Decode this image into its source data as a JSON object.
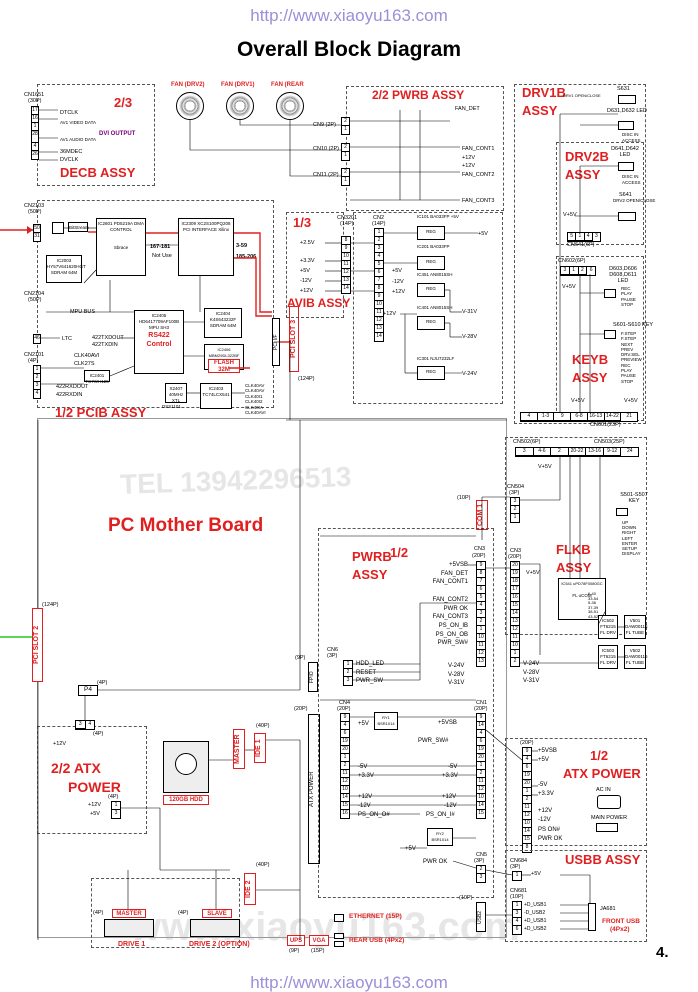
{
  "header": {
    "url_top": "http://www.xiaoyu163.com",
    "title": "Overall Block Diagram"
  },
  "footer": {
    "url_bottom": "http://www.xiaoyu163.com",
    "page_number": "4."
  },
  "decb": {
    "connector": "CN1651",
    "conn_pins": "(30P)",
    "fraction": "2/3",
    "name": "DECB ASSY",
    "dvi_output": "DVI OUTPUT",
    "pins": [
      "17",
      "16",
      "1",
      "28",
      "4",
      "26"
    ],
    "signals": [
      "DTCLK",
      "AV1 VIDEO DATA",
      "AV1 AUDIO DATA",
      "36MDEC",
      "DVCLK"
    ]
  },
  "fans": {
    "labels": [
      "FAN (DRV2)",
      "FAN (DRV1)",
      "FAN (REAR"
    ]
  },
  "pwrb22": {
    "name": "2/2 PWRB ASSY",
    "fan_det": "FAN_DET",
    "connectors": [
      "CN9 (2P)",
      "CN10 (2P)",
      "CN11 (2P)"
    ],
    "signals": [
      "FAN_CONT1",
      "+12V",
      "+12V",
      "FAN_CONT2",
      "FAN_CONT3"
    ]
  },
  "drv1b": {
    "name": "DRV1B ASSY",
    "s631": "S631",
    "drv1_open": "DRV1 OPEN/CLOSE",
    "led": "D631,D632 LED",
    "disc_in": "DISC IN",
    "access": "ACCESS"
  },
  "drv2b": {
    "name": "DRV2B ASSY",
    "led": "D641,D642 LED",
    "disc_in": "DISC IN",
    "access": "ACCESS",
    "s641": "S641",
    "drv2_open": "DRV2 OPEN/CLOSE",
    "v5": "V+5V",
    "cn": "CN641(6P)"
  },
  "keyb": {
    "name": "KEYB ASSY",
    "cn602": "CN602(6P)",
    "v5": "V+5V",
    "leds": "D603,D606 D608,D611 LED",
    "led_items": [
      "REC",
      "PLAY",
      "PAUSE",
      "STOP"
    ],
    "key_range": "S601-S610 KEY",
    "key_items": [
      "F.STEP",
      "F.STEP",
      "NEXT",
      "PREV",
      "DRV.SEL",
      "PREVIEW",
      "REC",
      "PLAY",
      "PAUSE",
      "STOP"
    ],
    "cn601": "CN601(23P)",
    "pinrow": [
      "4",
      "1-3",
      "9",
      "6-8",
      "16-13",
      "14-22",
      "21"
    ]
  },
  "pcib": {
    "cn2103": "CN2103",
    "cn2103p": "(50P)",
    "cn2104": "CN2104",
    "cn2104p": "(50P)",
    "cn2101": "CN2101",
    "cn2101p": "(4P)",
    "ic_rx": "BitStream",
    "ic2002": "IC2003 HY57V641620HGT SDRAM 64M",
    "ic2601": "IC2601 PD5219A DMA CONTROL",
    "sb": "Sbrace",
    "ic2309": "IC2309 XC2S100PQ208 PCI INTERFACE Xilinx",
    "not_use": "Not Use",
    "bus1": "167-181",
    "bus2": "3-59",
    "bus3": "185-206",
    "mpu_bus": "MPU BUS",
    "ltc": "LTC",
    "tx": "422TXDOUT",
    "txin": "422TXDIN",
    "rx": "422RXDOUT",
    "rxin": "422RXDIN",
    "clk": "CLK40AVI",
    "clk27": "CLK27S",
    "ic2401": "IC2401 TC7WH125",
    "ic2405": "IC2405 HD6417709AF100B MPU SH3",
    "rs422": "RS422 Control",
    "ic2404": "IC2404 K4S643232F SDRAM 64M",
    "ic2406": "IC2406 MBM29DL322BF FLASH 32M",
    "flash": "FLASH",
    "flash32": "32M",
    "x2407": "X2407 40MHz XTL",
    "osc": "DSS1101",
    "ic2403": "IC2403 TC74LCX541",
    "clk_outs": [
      "CLK40AV",
      "CLK40AV",
      "CLK40I1",
      "CLK40I2",
      "CLK40IA",
      "CLK40AVI"
    ],
    "name": "1/2 PCIB ASSY",
    "pci_if": "PCI I/F",
    "pci_slot3": "PCI SLOT 3",
    "p124": "(124P)"
  },
  "avib": {
    "fraction": "1/3",
    "name": "AVIB ASSY",
    "cn3201": "CN3201",
    "cn3201p": "(14P)",
    "rails": [
      "+2.5V",
      "+3.3V",
      "+5V",
      "-12V",
      "+12V"
    ],
    "pins": [
      "8",
      "9",
      "10",
      "11",
      "12",
      "13",
      "14"
    ]
  },
  "cn2": {
    "label": "CN2",
    "pins": "(14P)",
    "list": [
      "1",
      "2",
      "3",
      "4",
      "5",
      "6",
      "7",
      "8",
      "9",
      "10",
      "11",
      "12",
      "13",
      "14"
    ],
    "rails": [
      "+5V",
      "-12V",
      "+12V"
    ],
    "regs": [
      "IC101 BA033FP +5V",
      "IC201 BA033FP",
      "IC451 AN8015SH",
      "IC401 AN8015SH",
      "IC301 NJU7232LF"
    ],
    "outs": [
      "+5V",
      "V-31V",
      "V-28V",
      "V-24V"
    ],
    "v12": "+12V",
    "reg": "REG"
  },
  "mother": {
    "name": "PC Mother Board",
    "pci_slot2": "PCI SLOT 2",
    "p124": "(124P)",
    "p4": "P4",
    "p4p": "(4P)",
    "p9": "(9P)",
    "p20": "(20P)",
    "fpio": "FPIO",
    "atx_power": "ATX POWER",
    "usb2": "USB2",
    "p10": "(10P)",
    "com1": "COM 1",
    "p10b": "(10P)"
  },
  "pwrb12": {
    "fraction": "1/2",
    "name": "PWRB ASSY",
    "cn3": "CN3",
    "cn3p": "(20P)",
    "signals": [
      "+5VSB",
      "FAN_DET",
      "FAN_CONT1",
      "",
      "FAN_CONT2",
      "PWR OK",
      "FAN_CONT3",
      "PS_ON_IB",
      "PS_ON_OB",
      "PWR_SW#"
    ],
    "cn6": "CN6",
    "cn6p": "(3P)",
    "cn6sig": [
      "HDD_LED",
      "RESET",
      "PWR_SW"
    ],
    "neg": [
      "V-24V",
      "V-28V",
      "V-31V"
    ],
    "cn4": "CN4",
    "cn4p": "(20P)",
    "cn1": "CN1",
    "cn1p": "(20P)",
    "ry1": "RY1 BSR1014",
    "ry2": "RY2 BSR1014",
    "left_sig": [
      "+5V",
      "-5V",
      "+3.3V",
      "+12V",
      "-12V",
      "PS_ON_O#"
    ],
    "right_sig": [
      "+5VSB",
      "PWR_SW#",
      "-5V",
      "+3.3V",
      "+12V",
      "-12V",
      "PS_ON_I#"
    ],
    "v5": "+5V",
    "pwr_ok": "PWR OK",
    "cn5": "CN5",
    "cn5p": "(3P)"
  },
  "flkb": {
    "name": "FLKB ASSY",
    "cn503": "CN503(25P)",
    "cn502": "CN502(6P)",
    "pinrow": [
      "3",
      "4-6",
      "2",
      "20-22",
      "13-16",
      "9-12",
      "24"
    ],
    "cn504": "CN504",
    "cn504p": "(3P)",
    "v5": "V+5V",
    "keys": "S501-S507 KEY",
    "key_items": [
      "UP",
      "DOWN",
      "RIGHT",
      "LEFT",
      "ENTER",
      "SETUP",
      "DISPLAY"
    ],
    "cn3": "CN3",
    "cn3p": "(20P)",
    "ic541": "IC541 uPD78F0080GC",
    "ucom": "FL uCOM",
    "ic502": "IC502 FT6215 FL DRV",
    "ic503": "IC503 FT6215 FL DRV",
    "v501": "V501 DAW00116 FL TUBE",
    "v502": "V502 DAW00116 FL TUBE",
    "neg": [
      "V-24V",
      "V-28V",
      "V-31V"
    ],
    "nums": [
      "6-40",
      "33-54",
      "5-36",
      "37-39",
      "38-51",
      "43-52",
      "11-14",
      "9-9",
      "15-18"
    ]
  },
  "atx12": {
    "fraction": "1/2",
    "name": "ATX POWER",
    "p20": "(20P)",
    "signals": [
      "+5VSB",
      "+5V",
      "-5V",
      "+3.3V",
      "+12V",
      "-12V",
      "PS ON#",
      "PWR OK"
    ],
    "ac": "AC IN",
    "main": "MAIN POWER"
  },
  "atx22": {
    "fraction": "2/2 ATX",
    "power": "POWER",
    "p4": "(4P)",
    "p4b": "(4P)",
    "v12": "+12V",
    "v12b": "+12V",
    "v5": "+5V"
  },
  "hdd": {
    "label": "120GB HDD",
    "master": "MASTER",
    "ide1": "IDE 1",
    "p40": "(40P)"
  },
  "drives": {
    "ide2": "IDE 2",
    "p40": "(40P)",
    "master": "MASTER",
    "slave": "SLAVE",
    "p4a": "(4P)",
    "p4b": "(4P)",
    "drive1": "DRIVE 1",
    "drive2": "DRIVE 2 (OPTION)"
  },
  "rear": {
    "ups": "UPS",
    "vga": "VGA",
    "p9": "(9P)",
    "p15": "(15P)",
    "ethernet": "ETHERNET (15P)",
    "rear_usb": "REAR USB (4Px2)"
  },
  "usbb": {
    "name": "USBB ASSY",
    "cn684": "CN684",
    "cn684p": "(3P)",
    "v5": "+5V",
    "cn681": "CN681",
    "cn681p": "(10P)",
    "signals": [
      "+D_USB1",
      "-D_USB2",
      "+D_USB1",
      "+D_USB2"
    ],
    "ja": "JA681",
    "front": "FRONT USB",
    "front2": "(4Px2)"
  },
  "watermarks": {
    "w1": "www.xiaoyu163.com",
    "w2": "TEL 13942296513"
  },
  "colors": {
    "accent_red": "#e02020",
    "url_purple": "#9a8fd8",
    "input_red": "#ff0000",
    "input_green": "#22cc22"
  }
}
